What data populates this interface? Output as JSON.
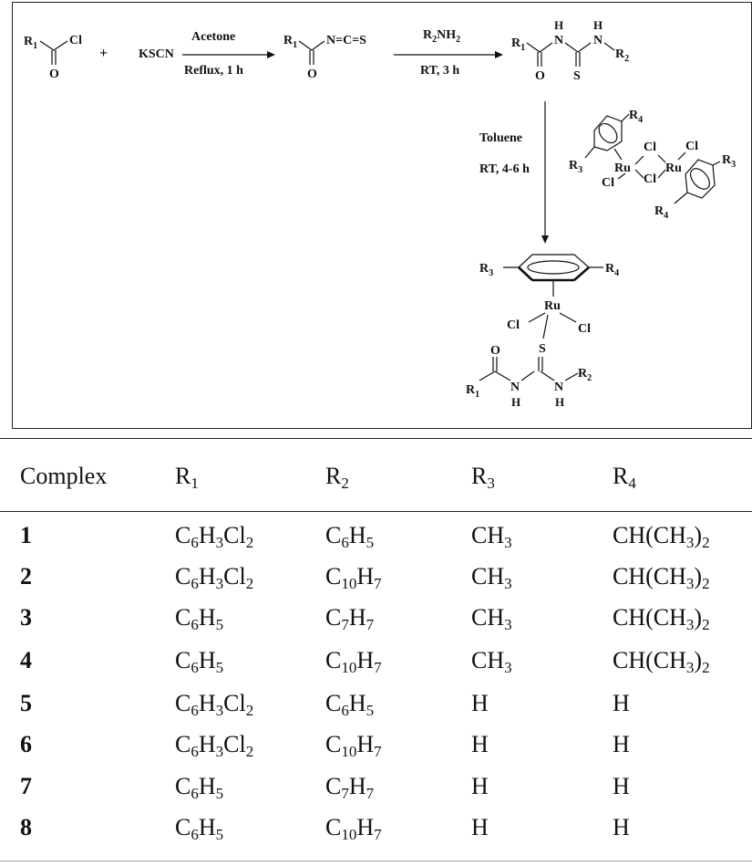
{
  "scheme": {
    "reactant_R": "R1",
    "reactant_Cl": "Cl",
    "reactant_O": "O",
    "plus": "+",
    "kscn": "KSCN",
    "step1_top": "Acetone",
    "step1_bottom": "Reflux, 1 h",
    "iso_R": "R1",
    "iso_group": "N=C=S",
    "iso_O": "O",
    "step2_top": "R2NH2",
    "step2_bottom": "RT, 3 h",
    "thio_R": "R1",
    "thio_O": "O",
    "thio_H1": "H",
    "thio_N1": "N",
    "thio_H2": "H",
    "thio_N2": "N",
    "thio_S": "S",
    "thio_R2": "R2",
    "step3_top": "Toluene",
    "step3_bottom": "RT, 4-6 h",
    "dimer": {
      "R4a": "R4",
      "R3a": "R3",
      "Ru1": "Ru",
      "Ru2": "Ru",
      "Cl1": "Cl",
      "Cl2": "Cl",
      "Cl3": "Cl",
      "Cl4": "Cl",
      "R3b": "R3",
      "R4b": "R4"
    },
    "product": {
      "R3": "R3",
      "R4": "R4",
      "Ru": "Ru",
      "Cl_left": "Cl",
      "Cl_right": "Cl",
      "S": "S",
      "O": "O",
      "N1": "N",
      "H1": "H",
      "N2": "N",
      "H2": "H",
      "R1": "R1",
      "R2": "R2"
    }
  },
  "table": {
    "headers": [
      "Complex",
      "R1",
      "R2",
      "R3",
      "R4"
    ],
    "rows": [
      {
        "complex": "1",
        "R1": "C6H3Cl2",
        "R2": "C6H5",
        "R3": "CH3",
        "R4": "CH(CH3)2"
      },
      {
        "complex": "2",
        "R1": "C6H3Cl2",
        "R2": "C10H7",
        "R3": "CH3",
        "R4": "CH(CH3)2"
      },
      {
        "complex": "3",
        "R1": "C6H5",
        "R2": "C7H7",
        "R3": "CH3",
        "R4": "CH(CH3)2"
      },
      {
        "complex": "4",
        "R1": "C6H5",
        "R2": "C10H7",
        "R3": "CH3",
        "R4": "CH(CH3)2"
      },
      {
        "complex": "5",
        "R1": "C6H3Cl2",
        "R2": "C6H5",
        "R3": "H",
        "R4": "H"
      },
      {
        "complex": "6",
        "R1": "C6H3Cl2",
        "R2": "C10H7",
        "R3": "H",
        "R4": "H"
      },
      {
        "complex": "7",
        "R1": "C6H5",
        "R2": "C7H7",
        "R3": "H",
        "R4": "H"
      },
      {
        "complex": "8",
        "R1": "C6H5",
        "R2": "C10H7",
        "R3": "H",
        "R4": "H"
      }
    ]
  }
}
